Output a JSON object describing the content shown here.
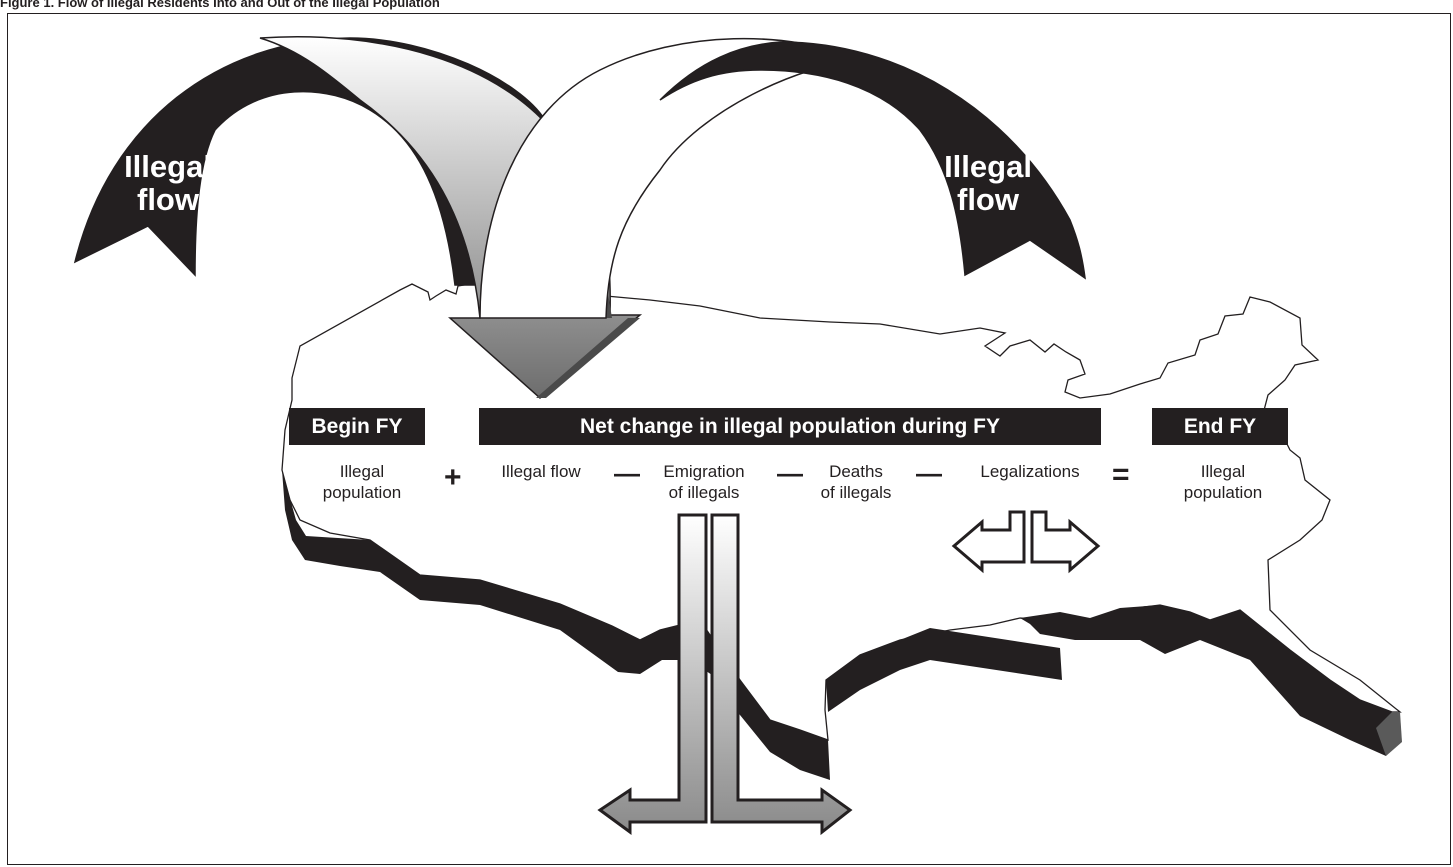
{
  "figure_caption": "Figure 1. Flow of Illegal Residents Into and Out of the Illegal Population",
  "flow_labels": {
    "left": [
      "Illegal",
      "flow"
    ],
    "right": [
      "Illegal",
      "flow"
    ]
  },
  "headers": {
    "begin": "Begin FY",
    "net_change": "Net change in illegal population during FY",
    "end": "End FY"
  },
  "terms": {
    "begin_population": [
      "Illegal",
      "population"
    ],
    "illegal_flow": "Illegal flow",
    "emigration": [
      "Emigration",
      "of illegals"
    ],
    "deaths": [
      "Deaths",
      "of illegals"
    ],
    "legalizations": "Legalizations",
    "end_population": [
      "Illegal",
      "population"
    ]
  },
  "operators": {
    "plus": "+",
    "minus1": "—",
    "minus2": "—",
    "minus3": "—",
    "equals": "="
  },
  "colors": {
    "dark": "#231f20",
    "arrow_gradient_light": "#ffffff",
    "arrow_gradient_dark": "#6d6d6d"
  }
}
